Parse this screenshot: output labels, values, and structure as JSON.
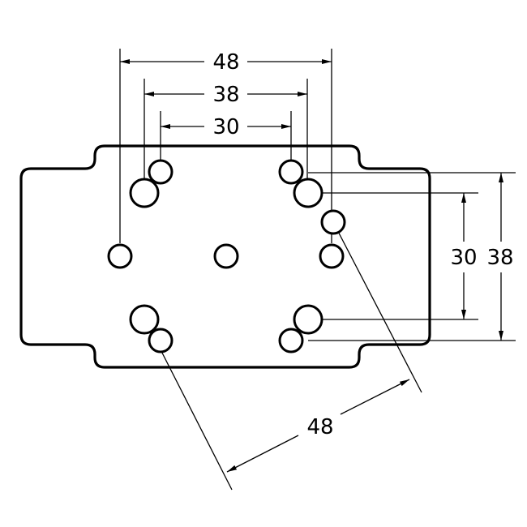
{
  "dimensions": {
    "top_48": "48",
    "top_38": "38",
    "top_30": "30",
    "right_30": "30",
    "right_38": "38",
    "diag_48": "48"
  }
}
